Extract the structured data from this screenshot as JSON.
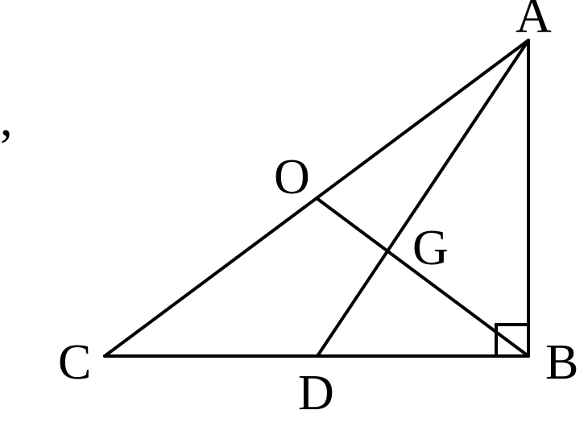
{
  "diagram": {
    "labels": {
      "A": "A",
      "B": "B",
      "C": "C",
      "D": "D",
      "O": "O",
      "G": "G",
      "comma": ","
    },
    "right_angle_at": "B"
  }
}
